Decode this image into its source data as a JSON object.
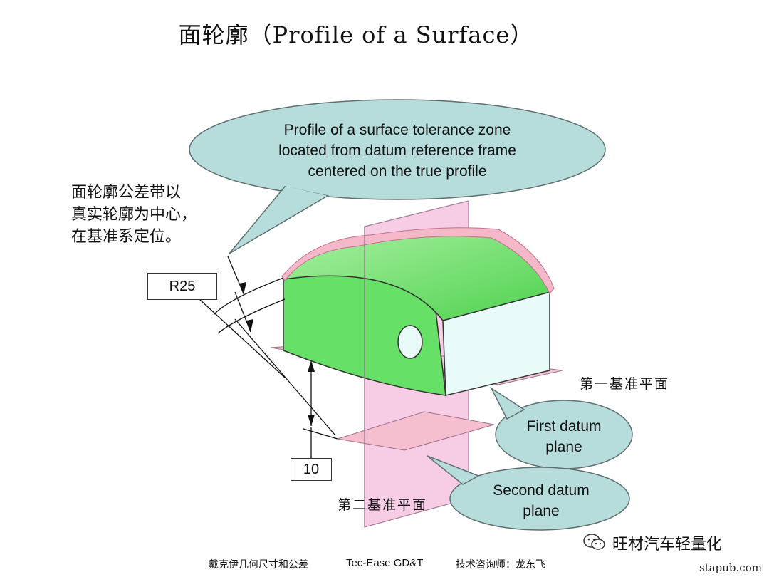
{
  "title": "面轮廓（Profile of a Surface）",
  "note_cn": [
    "面轮廓公差带以",
    "真实轮廓为中心，",
    "在基准系定位。"
  ],
  "bubble_top": [
    "Profile of a surface tolerance zone",
    "located from datum reference frame",
    "centered on the true profile"
  ],
  "bubble_first": [
    "First datum",
    "plane"
  ],
  "bubble_second": [
    "Second datum",
    "plane"
  ],
  "label_first_cn": "第一基准平面",
  "label_second_cn": "第二基准平面",
  "dim_radius": "R25",
  "dim_height": "10",
  "footer": {
    "left": "戴克伊几何尺寸和公差",
    "middle": "Tec-Ease GD&T",
    "right": "技术咨询师：龙东飞"
  },
  "watermark": "旺材汽车轻量化",
  "site": "stapub.com",
  "colors": {
    "bubble_fill": "#b7dcdc",
    "block_green": "#66e066",
    "block_side": "#e9fbf8",
    "zone_pink": "#f5b8c8",
    "plane_pink": "#f7c8e4"
  }
}
